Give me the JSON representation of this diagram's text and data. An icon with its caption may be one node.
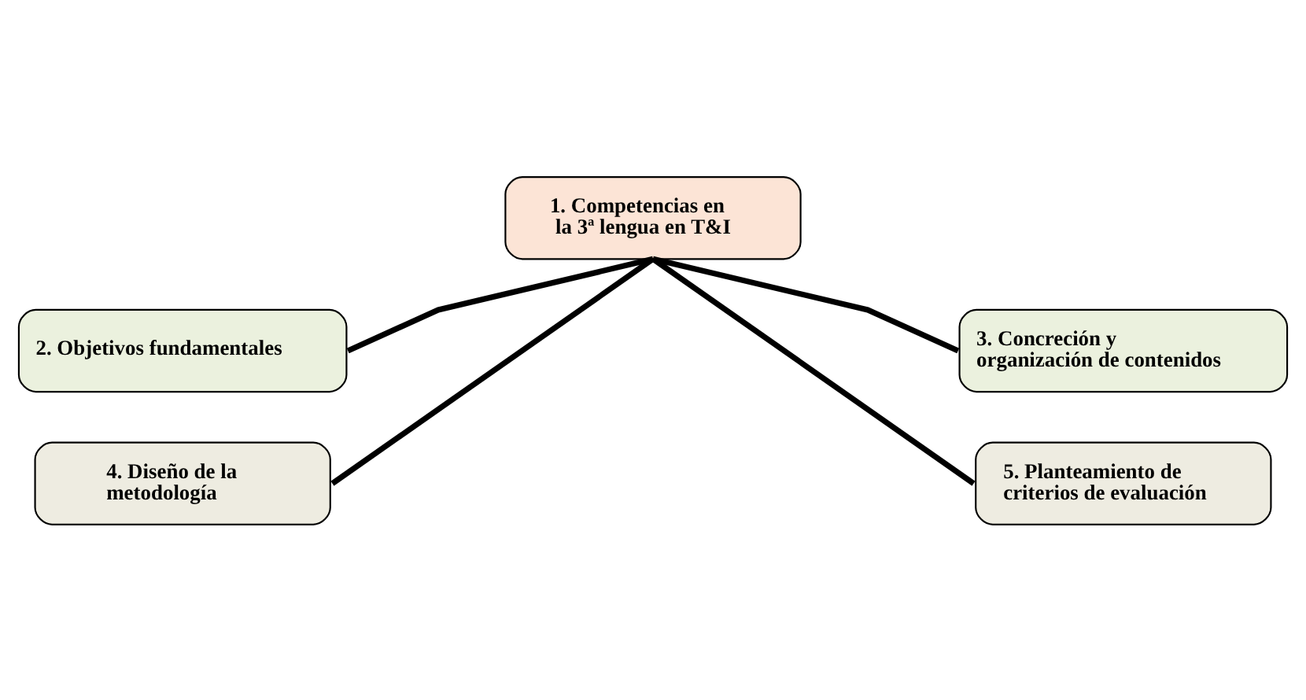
{
  "diagram": {
    "nodes": [
      {
        "text": [
          "1. Competencias en la 3ª lengua en T&I"
        ]
      },
      {
        "text": [
          "2. Objetivos fundamentales"
        ]
      },
      {
        "text": [
          "3. Concreción y organización de contenidos"
        ]
      },
      {
        "text": [
          "4. Diseño de la metodología"
        ]
      },
      {
        "text": [
          "5. Planteamiento de criterios de evaluación"
        ]
      }
    ],
    "edges": [
      {
        "from": 0,
        "to": 1,
        "arrow": "none"
      },
      {
        "from": 0,
        "to": 2,
        "arrow": "none"
      },
      {
        "from": 0,
        "to": 3,
        "arrow": "none"
      },
      {
        "from": 0,
        "to": 4,
        "arrow": "none"
      }
    ]
  }
}
